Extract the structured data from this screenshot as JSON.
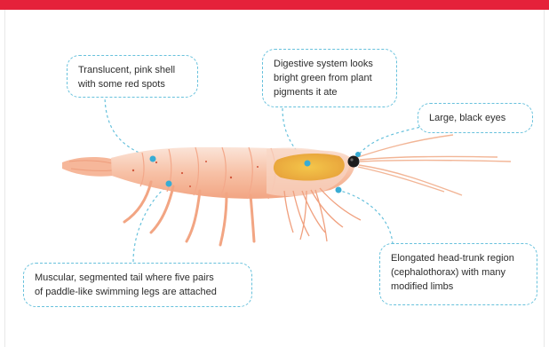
{
  "header_color": "#e5213a",
  "callout_border_color": "#67c1dc",
  "callouts": [
    {
      "id": "shell",
      "lines": [
        "Translucent, pink shell",
        "with some red spots"
      ]
    },
    {
      "id": "digestive",
      "lines": [
        "Digestive system looks",
        "bright green from plant",
        "pigments it ate"
      ]
    },
    {
      "id": "eyes",
      "lines": [
        "Large, black eyes"
      ]
    },
    {
      "id": "tail",
      "lines": [
        "Muscular, segmented tail where five pairs",
        "of paddle-like swimming legs are attached"
      ]
    },
    {
      "id": "head",
      "lines": [
        "Elongated head-trunk region",
        "(cephalothorax) with many",
        "modified limbs"
      ]
    }
  ]
}
